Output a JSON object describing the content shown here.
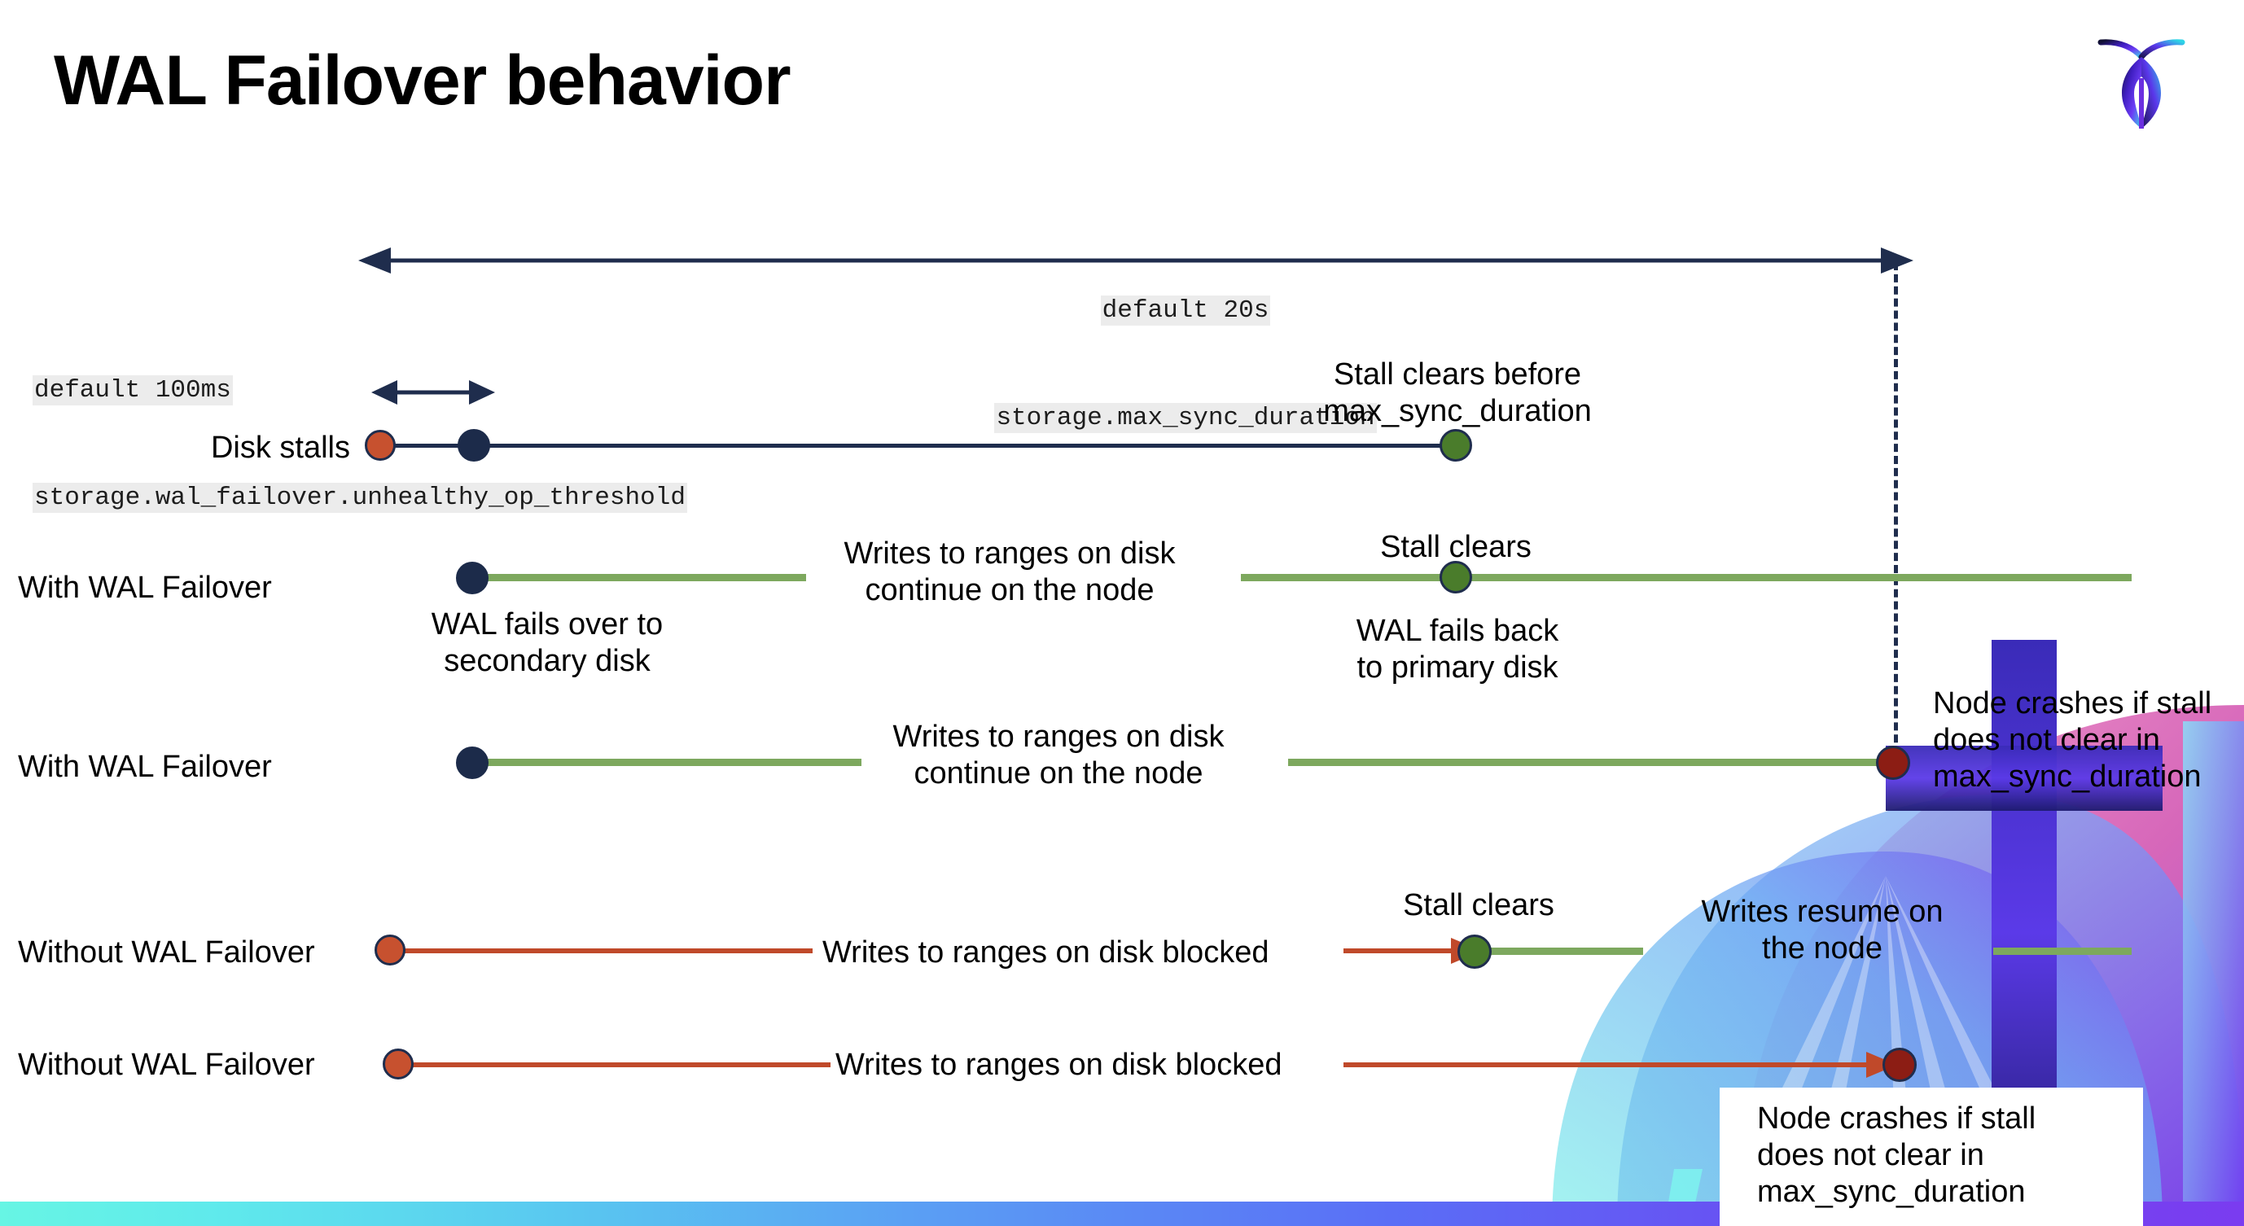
{
  "slide": {
    "title": "WAL Failover behavior",
    "logo_name": "cockroachdb-logo"
  },
  "settings": {
    "max_sync": {
      "default_label": "default 20s",
      "setting_name": "storage.max_sync_duration"
    },
    "unhealthy_threshold": {
      "default_label": "default 100ms",
      "setting_name": "storage.wal_failover.unhealthy_op_threshold"
    }
  },
  "rows": {
    "disk_stalls": {
      "label": "Disk stalls",
      "annotation": "Stall clears before\nmax_sync_duration"
    },
    "with_failover_clears": {
      "label": "With WAL Failover",
      "note_start": "WAL fails over to\nsecondary disk",
      "note_middle": "Writes to ranges on disk\ncontinue on the node",
      "note_stall_clears": "Stall clears",
      "note_fail_back": "WAL fails  back\nto primary disk"
    },
    "with_failover_crash": {
      "label": "With WAL Failover",
      "note_middle": "Writes to ranges on disk\ncontinue on the node",
      "note_crash": "Node crashes if stall\ndoes not clear in\nmax_sync_duration"
    },
    "without_failover_clears": {
      "label": "Without WAL Failover",
      "note_blocked": "Writes to ranges on disk  blocked",
      "note_stall_clears": "Stall clears",
      "note_resume": "Writes resume on\nthe node"
    },
    "without_failover_crash": {
      "label": "Without WAL Failover",
      "note_blocked": "Writes to ranges on disk  blocked",
      "note_crash": "Node crashes if stall\ndoes not clear in\nmax_sync_duration"
    }
  },
  "colors": {
    "navy": "#1f2d4d",
    "green_line": "#7da85e",
    "red_line": "#c0492a",
    "dot_orange": "#c7512f",
    "dot_green": "#4a7c2b",
    "dot_red": "#8c1d14",
    "dot_navy": "#1c2b4a",
    "code_bg": "#ececec"
  }
}
